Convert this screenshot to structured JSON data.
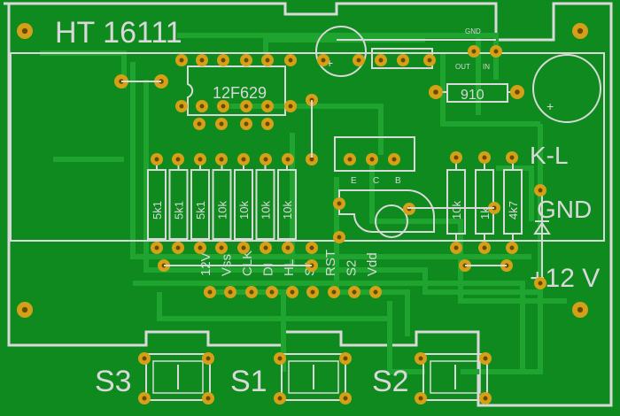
{
  "title": "HT 16111",
  "chip_label": "12F629",
  "resistor_910": "910",
  "left_resistors": [
    "5k1",
    "5k1",
    "5k1",
    "10k",
    "10k",
    "10k",
    "10k"
  ],
  "right_resistors": [
    "10k",
    "1k",
    "4k7"
  ],
  "transistor_pins": [
    "E",
    "C",
    "B"
  ],
  "regulator_labels": {
    "gnd": "GND",
    "out": "OUT",
    "in": "IN"
  },
  "connector_labels": {
    "kl": "K-L",
    "gnd": "GND",
    "v12": "+12 V"
  },
  "header_pins": [
    "12V",
    "Vss",
    "CLK",
    "DI",
    "HL",
    "S1",
    "RST",
    "S2",
    "Vdd"
  ],
  "switches": [
    "S3",
    "S1",
    "S2"
  ],
  "cap_plus": "+",
  "colors": {
    "board": "#0f8a1f",
    "trace": "#1fa52f",
    "silk": "#d9d9d9",
    "pad": "#d4a017",
    "pad_hole": "#6b4a00"
  }
}
